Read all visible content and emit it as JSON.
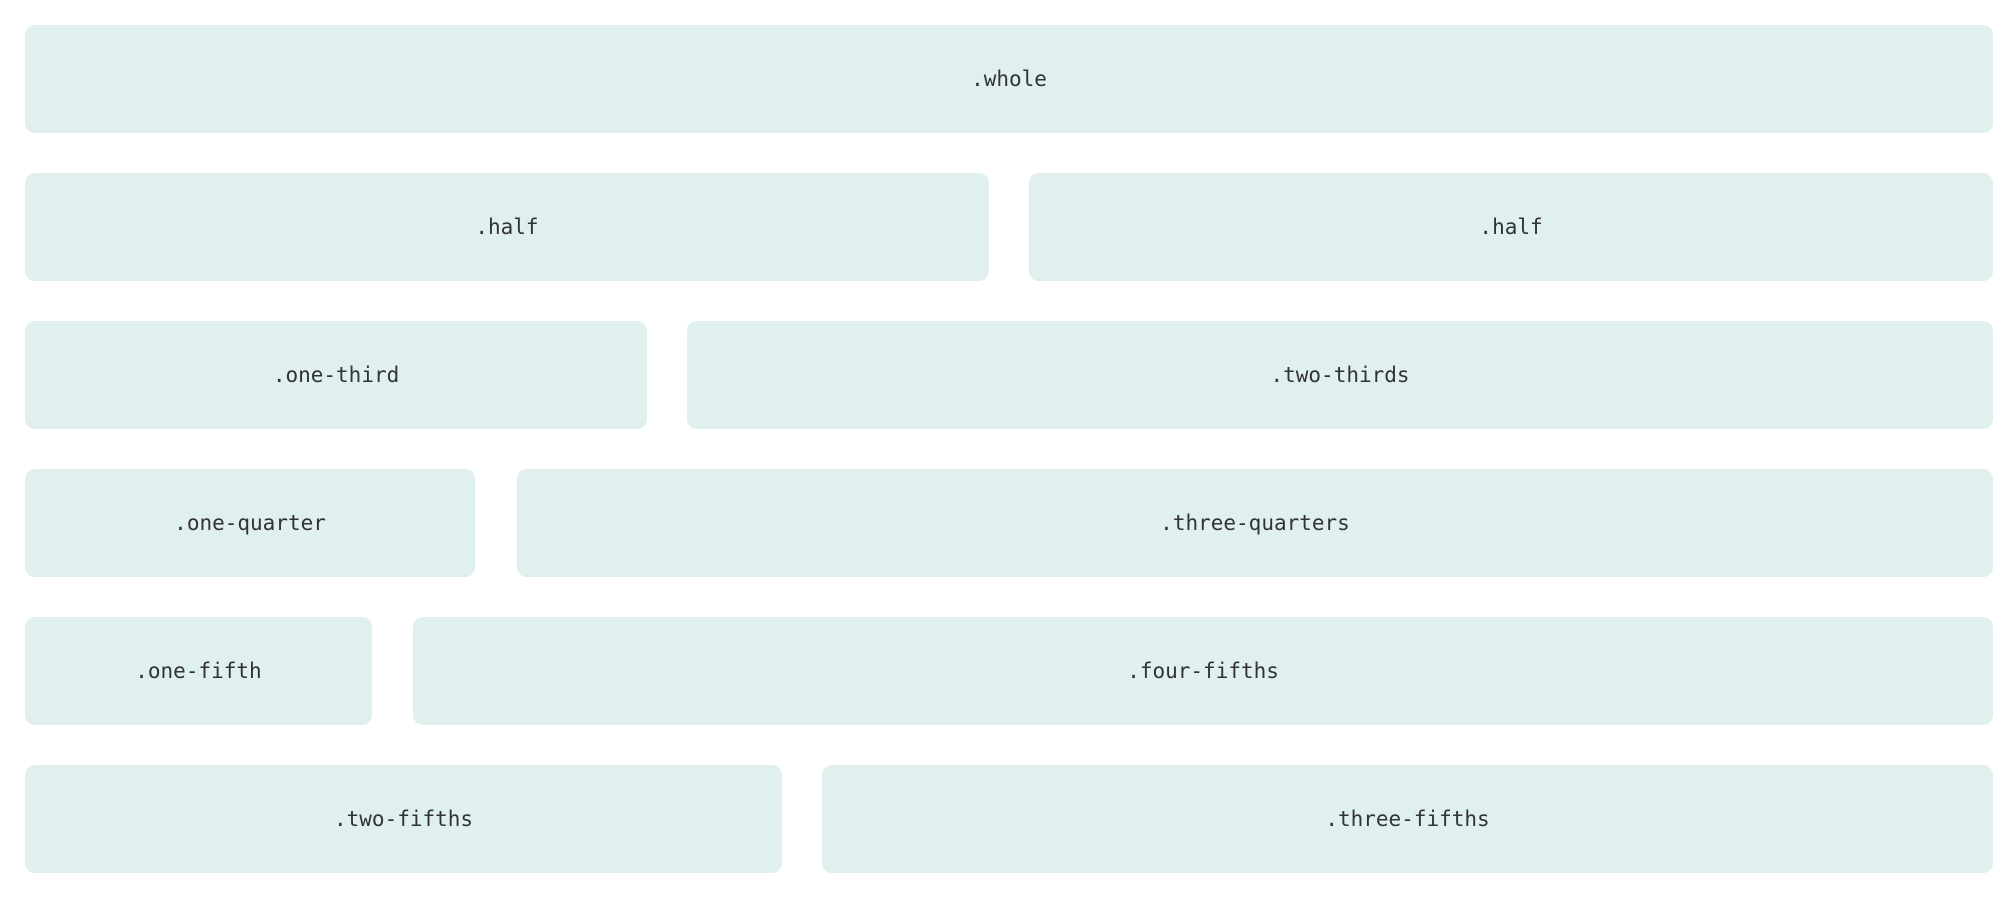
{
  "page": {
    "background": "#ffffff"
  },
  "grid_demo": {
    "box_background": "#dff0ee",
    "label_color": "#333333",
    "rows": [
      {
        "boxes": [
          {
            "label": ".whole",
            "width": "100%"
          }
        ]
      },
      {
        "boxes": [
          {
            "label": ".half",
            "width": "48.98%"
          },
          {
            "label": ".half",
            "width": "48.98%"
          }
        ]
      },
      {
        "boxes": [
          {
            "label": ".one-third",
            "width": "31.61%"
          },
          {
            "label": ".two-thirds",
            "width": "66.36%"
          }
        ]
      },
      {
        "boxes": [
          {
            "label": ".one-quarter",
            "width": "22.87%"
          },
          {
            "label": ".three-quarters",
            "width": "75.00%"
          }
        ]
      },
      {
        "boxes": [
          {
            "label": ".one-fifth",
            "width": "17.63%"
          },
          {
            "label": ".four-fifths",
            "width": "80.28%"
          }
        ]
      },
      {
        "boxes": [
          {
            "label": ".two-fifths",
            "width": "38.47%"
          },
          {
            "label": ".three-fifths",
            "width": "59.50%"
          }
        ]
      }
    ]
  }
}
